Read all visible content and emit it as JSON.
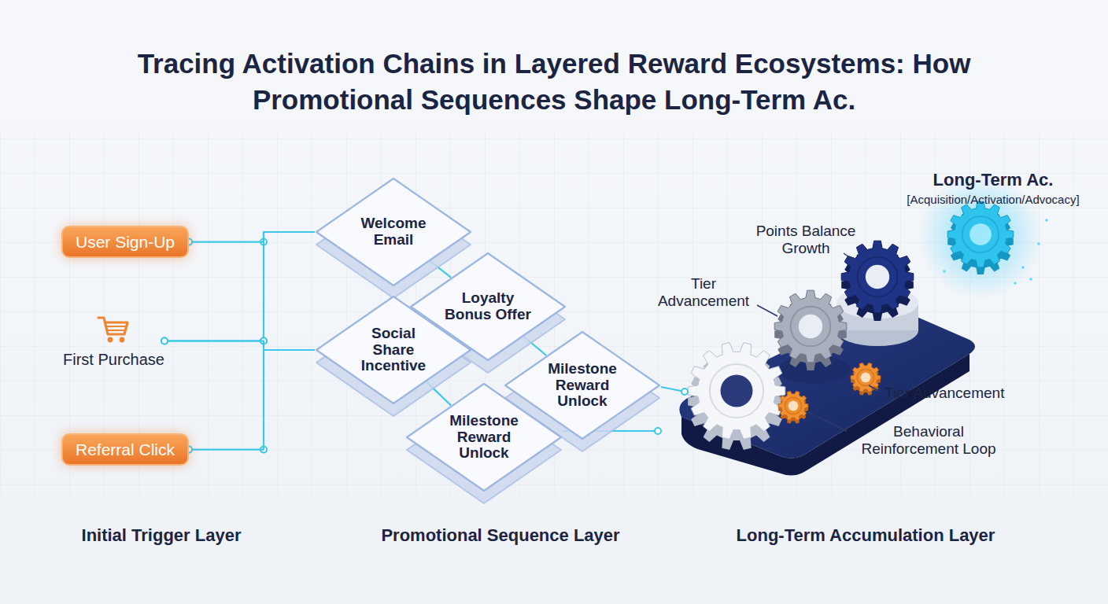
{
  "diagram": {
    "title": "Tracing Activation Chains in Layered Reward Ecosystems: How Promotional Sequences Shape Long-Term Ac.",
    "nodes": [
      {
        "text": [
          "User Sign-Up"
        ]
      },
      {
        "text": [
          "First Purchase"
        ]
      },
      {
        "text": [
          "Referral Click"
        ]
      },
      {
        "text": [
          "Welcome Email"
        ]
      },
      {
        "text": [
          "Loyalty Bonus Offer"
        ]
      },
      {
        "text": [
          "Social Share Incentive"
        ]
      },
      {
        "text": [
          "Milestone Reward Unlock"
        ]
      },
      {
        "text": [
          "Milestone Reward Unlock"
        ]
      }
    ],
    "edges": [
      {
        "from": 0,
        "to": 3,
        "arrow": "none"
      },
      {
        "from": 1,
        "to": 3,
        "arrow": "none"
      },
      {
        "from": 1,
        "to": 5,
        "arrow": "none"
      },
      {
        "from": 2,
        "to": 5,
        "arrow": "none"
      },
      {
        "from": 3,
        "to": 4,
        "arrow": "none"
      },
      {
        "from": 4,
        "to": 6,
        "arrow": "none"
      },
      {
        "from": 5,
        "to": 7,
        "arrow": "none"
      }
    ],
    "labels": [
      "Long-Term Ac.",
      "[Acquisition/Activation/Advocacy]",
      "Points Balance Growth",
      "Tier Advancement",
      "Tier Advancement",
      "Behavioral Reinforcement Loop",
      "Initial Trigger Layer",
      "Promotional Sequence Layer",
      "Long-Term Accumulation Layer"
    ]
  }
}
